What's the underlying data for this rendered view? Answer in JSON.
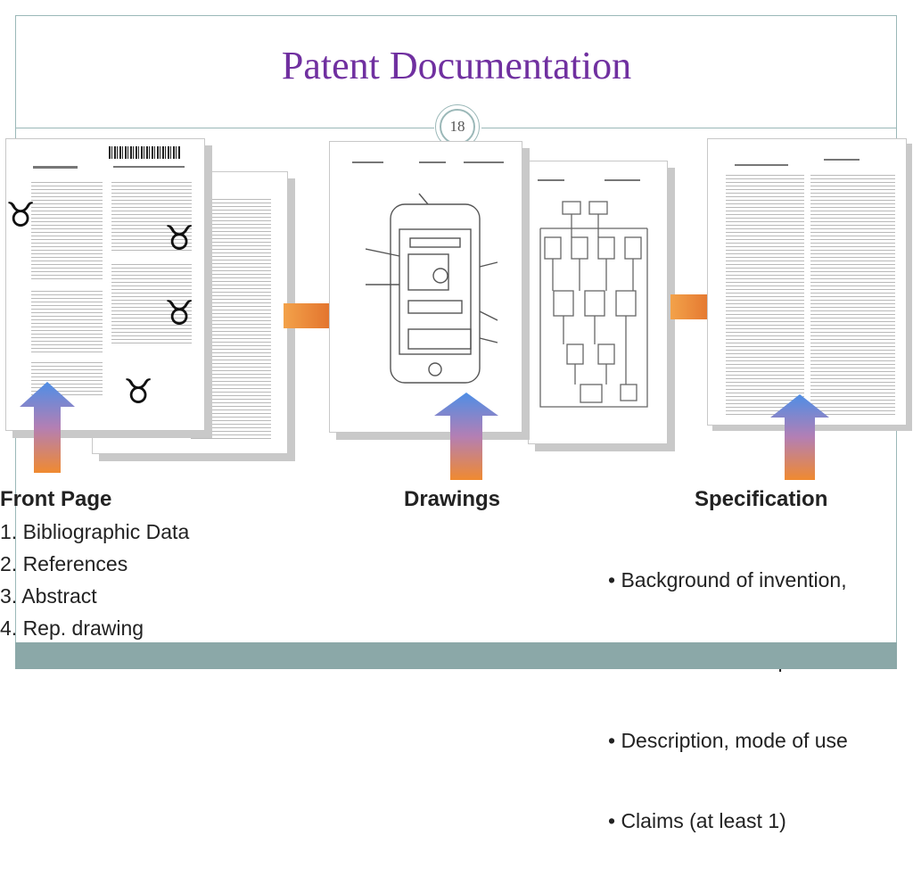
{
  "slide": {
    "title": "Patent Documentation",
    "page_number": "18"
  },
  "sections": {
    "front_page": {
      "heading": "Front Page",
      "items": [
        "1. Bibliographic Data",
        "2. References",
        "3. Abstract",
        "4. Rep. drawing"
      ]
    },
    "drawings": {
      "heading": "Drawings"
    },
    "specification": {
      "heading": "Specification",
      "items": [
        "• Background of invention,",
        "  discussion of the prior art",
        "• Description, mode of use",
        "• Claims (at least 1)"
      ]
    }
  },
  "icons": {
    "annotation_marker": "taurus-symbol",
    "marker_glyph": "♉",
    "up_arrow": "gradient-up-arrow",
    "right_arrow": "orange-right-arrow"
  },
  "colors": {
    "title": "#7030a0",
    "frame": "#9bb8b8",
    "bottom_bar": "#8ba8a8",
    "arrow_orange": "#e0701e",
    "arrow_blue": "#5b8fd6"
  }
}
